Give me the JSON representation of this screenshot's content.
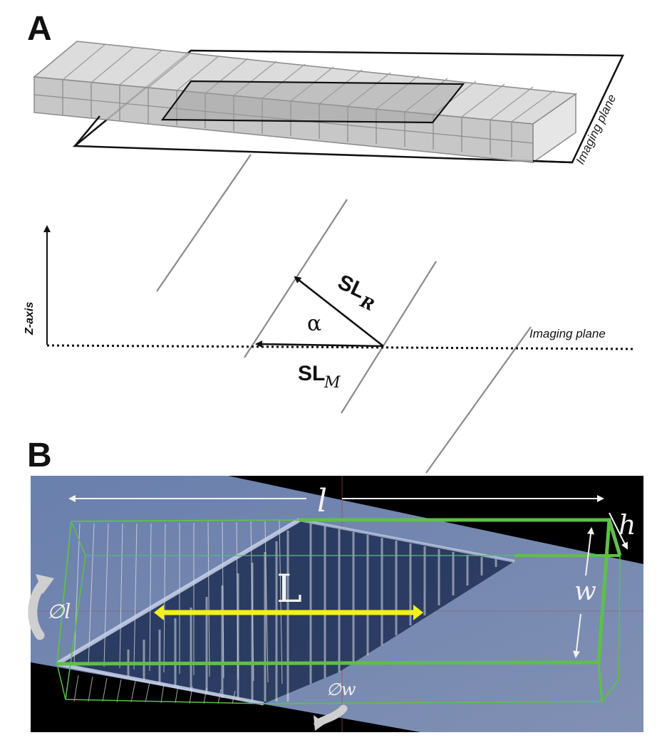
{
  "panel_a": {
    "letter": "A",
    "slab_plane_label": "Imaging plane",
    "z_axis_label": "Z-axis",
    "plane_label": "Imaging plane",
    "angle_label": "α",
    "slr_base": "SL",
    "slr_sub": "R",
    "slm_base": "SL",
    "slm_sub": "M"
  },
  "panel_b": {
    "letter": "B",
    "length_l": "l",
    "height_h": "h",
    "width_w": "w",
    "fiber_length": "L",
    "rotation_l": "∅l",
    "rotation_w": "∅w"
  },
  "colors": {
    "slab_fill": "#bdbdbd",
    "box_green": "#5fbf4a",
    "fiber_yellow": "#f4f01a",
    "plane_blue": "#7d92bd",
    "background_dark": "#000000"
  }
}
